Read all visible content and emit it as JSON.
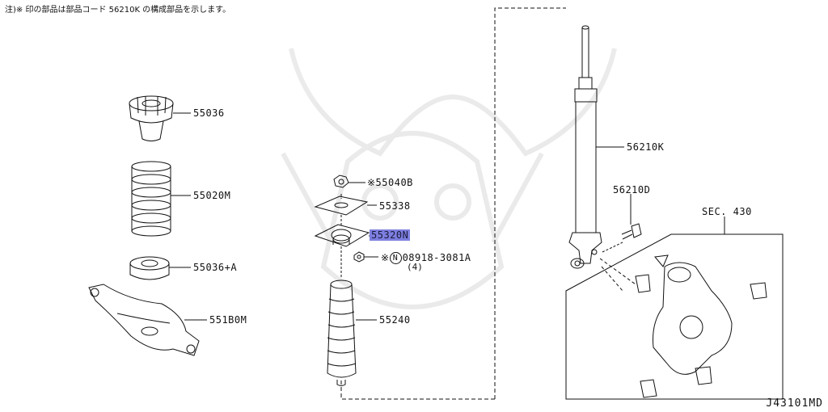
{
  "note": "注)※ 印の部品は部品コード 56210K の構成部品を示します。",
  "diagram_code": "J43101MD",
  "section_ref": "SEC. 430",
  "parts": [
    {
      "code": "55036"
    },
    {
      "code": "55020M"
    },
    {
      "code": "55036+A"
    },
    {
      "code": "551B0M"
    },
    {
      "code": "※55040B"
    },
    {
      "code": "55338"
    },
    {
      "code": "55320N"
    },
    {
      "code": "08918-3081A"
    },
    {
      "code": "55240"
    },
    {
      "code": "56210K"
    },
    {
      "code": "56210D"
    }
  ],
  "part_08918_symbol": "N",
  "part_08918_prefix": "※",
  "part_08918_qty": "(4)",
  "highlight_color": "#7d7fe0"
}
